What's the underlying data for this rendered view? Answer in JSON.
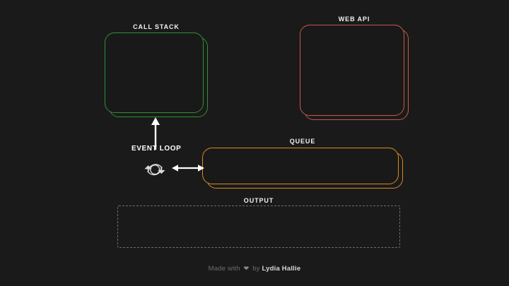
{
  "theme": {
    "background": "#1a1a1a",
    "call_stack_color": "#2f8f34",
    "web_api_color": "#c75a46",
    "queue_color": "#d98a1d",
    "output_border_color": "#6e6e6e",
    "label_color": "#f2f2f2",
    "footer_color": "#6d6d6d"
  },
  "panels": {
    "call_stack": {
      "label": "CALL STACK",
      "items": []
    },
    "web_api": {
      "label": "WEB API",
      "items": []
    },
    "queue": {
      "label": "QUEUE",
      "items": []
    },
    "output": {
      "label": "OUTPUT",
      "text": ""
    }
  },
  "event_loop": {
    "label": "EVENT LOOP",
    "icon": "circular-arrows-icon"
  },
  "arrows": {
    "queue_to_callstack": "arrow-up",
    "eventloop_to_queue": "arrow-left-right"
  },
  "footer": {
    "prefix": "Made with",
    "heart": "❤",
    "middle": "by",
    "author": "Lydia Hallie"
  }
}
